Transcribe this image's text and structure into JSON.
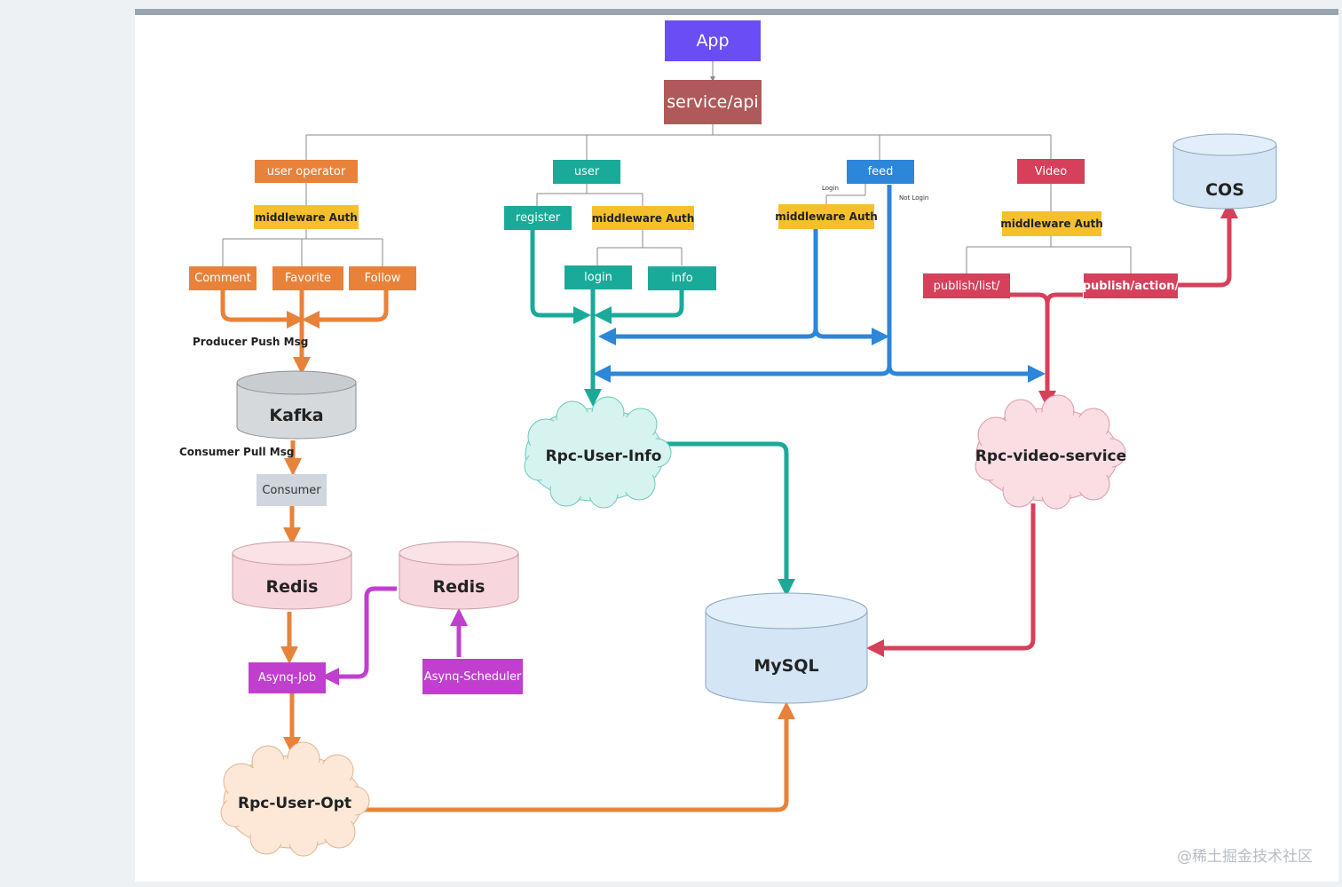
{
  "nodes": {
    "app": "App",
    "service_api": "service/api",
    "user_operator": "user  operator",
    "user": "user",
    "feed": "feed",
    "video": "Video",
    "mw_user_op": "middleware Auth",
    "mw_user": "middleware Auth",
    "mw_feed": "middleware Auth",
    "mw_video": "middleware Auth",
    "comment": "Comment",
    "favorite": "Favorite",
    "follow": "Follow",
    "register": "register",
    "login": "login",
    "info": "info",
    "publish_list": "publish/list/",
    "publish_action": "publish/action/",
    "consumer": "Consumer",
    "asynq_job": "Asynq-Job",
    "asynq_scheduler": "Asynq-Scheduler"
  },
  "stores": {
    "cos": "COS",
    "kafka": "Kafka",
    "redis_1": "Redis",
    "redis_2": "Redis",
    "mysql": "MySQL"
  },
  "services": {
    "rpc_user_info": "Rpc-User-Info",
    "rpc_video_service": "Rpc-video-service",
    "rpc_user_opt": "Rpc-User-Opt"
  },
  "labels": {
    "producer_push": "Producer Push Msg",
    "consumer_pull": "Consumer Pull Msg",
    "login_small": "Login",
    "not_login_small": "Not Login"
  },
  "watermark": "@稀土掘金技术社区",
  "colors": {
    "orange": "#e8823a",
    "teal": "#1aaa9a",
    "blue": "#2c86d9",
    "red": "#d6405a",
    "purple": "#c03fcf",
    "yellow": "#f5c02b",
    "app": "#6a4df5",
    "service_api": "#b0595a"
  }
}
